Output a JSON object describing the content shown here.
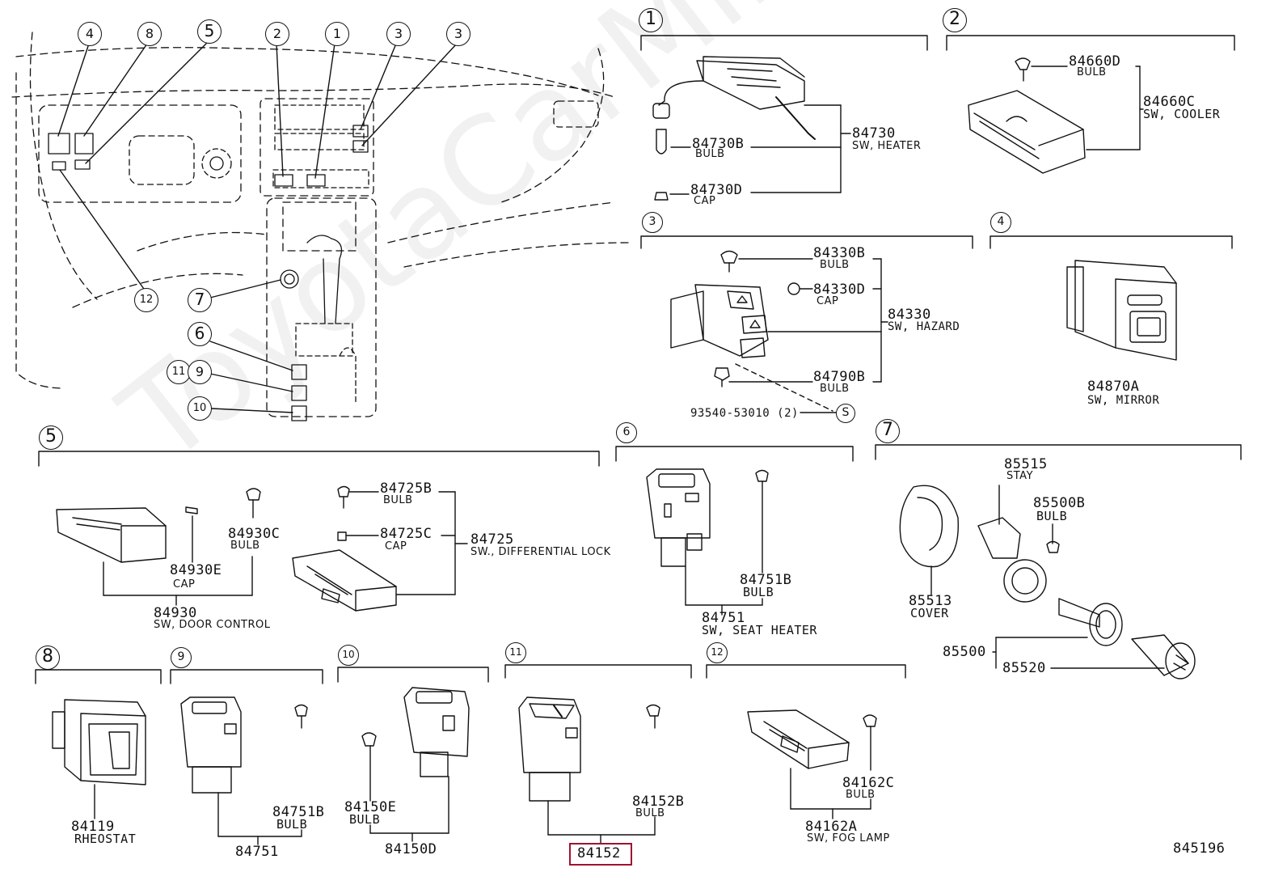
{
  "diagram_code": "845196",
  "watermark": "ToyotaCarMine.ru",
  "highlighted_part": "84152",
  "callouts": {
    "c1": "1",
    "c2": "2",
    "c3": "3",
    "c4": "4",
    "c5": "5",
    "c6": "6",
    "c7": "7",
    "c8": "8",
    "c9": "9",
    "c10": "10",
    "c11": "11",
    "c12": "12",
    "s": "S"
  },
  "parts": {
    "p84730B": {
      "code": "84730B",
      "name": "BULB"
    },
    "p84730D": {
      "code": "84730D",
      "name": "CAP"
    },
    "p84730": {
      "code": "84730",
      "name": "SW, HEATER"
    },
    "p84660D": {
      "code": "84660D",
      "name": "BULB"
    },
    "p84660C": {
      "code": "84660C",
      "name": "SW, COOLER"
    },
    "p84330B": {
      "code": "84330B",
      "name": "BULB"
    },
    "p84330D": {
      "code": "84330D",
      "name": "CAP"
    },
    "p84330": {
      "code": "84330",
      "name": "SW, HAZARD"
    },
    "p84790B": {
      "code": "84790B",
      "name": "BULB"
    },
    "p93540": {
      "code": "93540-53010 (2)"
    },
    "p84870A": {
      "code": "84870A",
      "name": "SW, MIRROR"
    },
    "p84930C": {
      "code": "84930C",
      "name": "BULB"
    },
    "p84930E": {
      "code": "84930E",
      "name": "CAP"
    },
    "p84930": {
      "code": "84930",
      "name": "SW, DOOR CONTROL"
    },
    "p84725B": {
      "code": "84725B",
      "name": "BULB"
    },
    "p84725C": {
      "code": "84725C",
      "name": "CAP"
    },
    "p84725": {
      "code": "84725",
      "name": "SW., DIFFERENTIAL LOCK"
    },
    "p84751B6": {
      "code": "84751B",
      "name": "BULB"
    },
    "p84751_6": {
      "code": "84751",
      "name": "SW, SEAT  HEATER"
    },
    "p85515": {
      "code": "85515",
      "name": "STAY"
    },
    "p85500B": {
      "code": "85500B",
      "name": "BULB"
    },
    "p85513": {
      "code": "85513",
      "name": "COVER"
    },
    "p85500": {
      "code": "85500"
    },
    "p85520": {
      "code": "85520"
    },
    "p84119": {
      "code": "84119",
      "name": "RHEOSTAT"
    },
    "p84751B9": {
      "code": "84751B",
      "name": "BULB"
    },
    "p84751_9": {
      "code": "84751"
    },
    "p84150E": {
      "code": "84150E",
      "name": "BULB"
    },
    "p84150D": {
      "code": "84150D"
    },
    "p84152B": {
      "code": "84152B",
      "name": "BULB"
    },
    "p84152": {
      "code": "84152"
    },
    "p84162C": {
      "code": "84162C",
      "name": "BULB"
    },
    "p84162A": {
      "code": "84162A",
      "name": "SW, FOG LAMP"
    }
  }
}
